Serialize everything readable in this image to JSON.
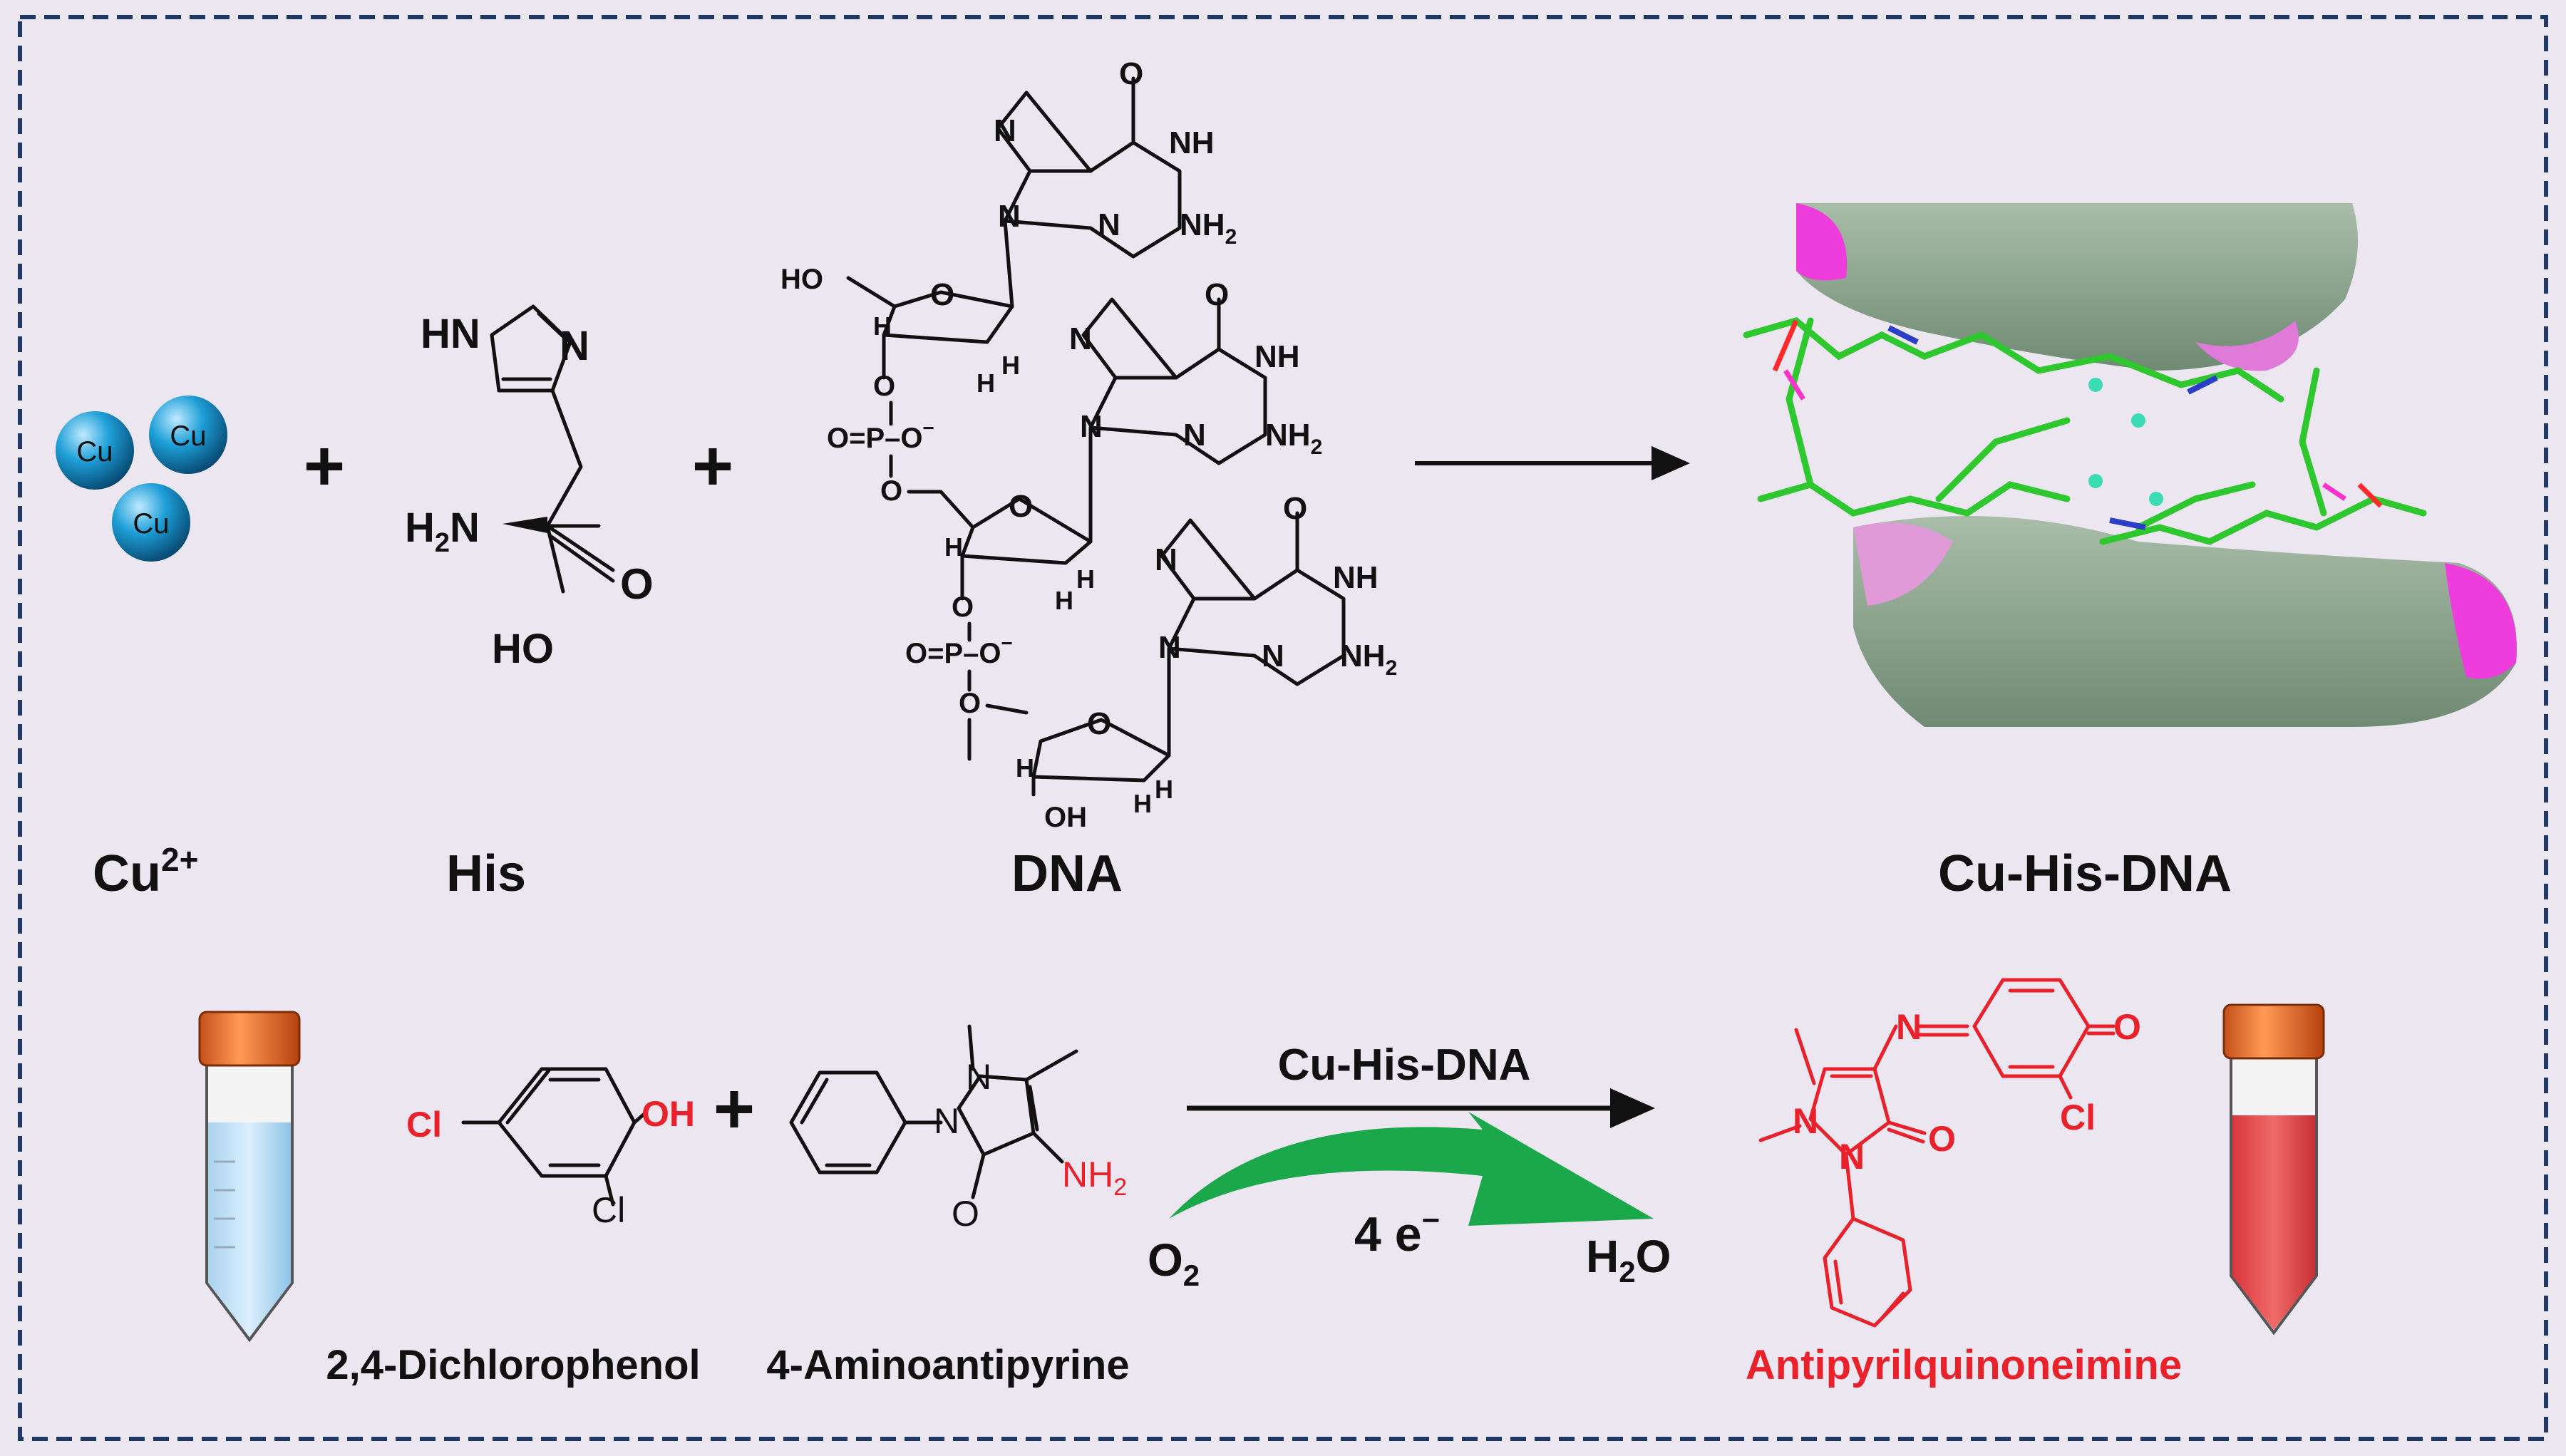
{
  "colors": {
    "background": "#ece6f1",
    "frame": "#1f3864",
    "copper": "#1e9fd8",
    "product_red": "#e8212b",
    "arrow_green": "#1aa84a",
    "stick_green": "#2ec82e"
  },
  "top_row": {
    "cu_atom": "Cu",
    "plus": "+",
    "labels": {
      "cu": "Cu",
      "cu_charge": "2+",
      "his": "His",
      "dna": "DNA",
      "complex": "Cu-His-DNA"
    }
  },
  "histidine_atoms": {
    "hn": "HN",
    "n": "N",
    "h2n": "H",
    "h2n_n": "N",
    "h2n_sub": "2",
    "o": "O",
    "ho": "HO"
  },
  "dna_atoms": {
    "o": "O",
    "n": "N",
    "nh": "NH",
    "nh2": "NH",
    "sub2": "2",
    "h": "H",
    "ho": "HO",
    "oh": "OH",
    "p": "P",
    "ominus": "O",
    "minus": "−",
    "ring_o": "O"
  },
  "bottom_row": {
    "plus": "+",
    "arrow_label": "Cu-His-DNA",
    "electrons": "4 e",
    "electrons_sup": "−",
    "o2": "O",
    "o2_sub": "2",
    "h2o_h": "H",
    "h2o_sub": "2",
    "h2o_o": "O",
    "reactant1": "2,4-Dichlorophenol",
    "reactant2": "4-Aminoantipyrine",
    "product": "Antipyrilquinoneimine"
  },
  "reactant_atoms": {
    "cl": "Cl",
    "oh": "OH",
    "n": "N",
    "o": "O",
    "nh2": "NH",
    "sub2": "2"
  },
  "product_atoms": {
    "n": "N",
    "o": "O",
    "cl": "Cl"
  }
}
